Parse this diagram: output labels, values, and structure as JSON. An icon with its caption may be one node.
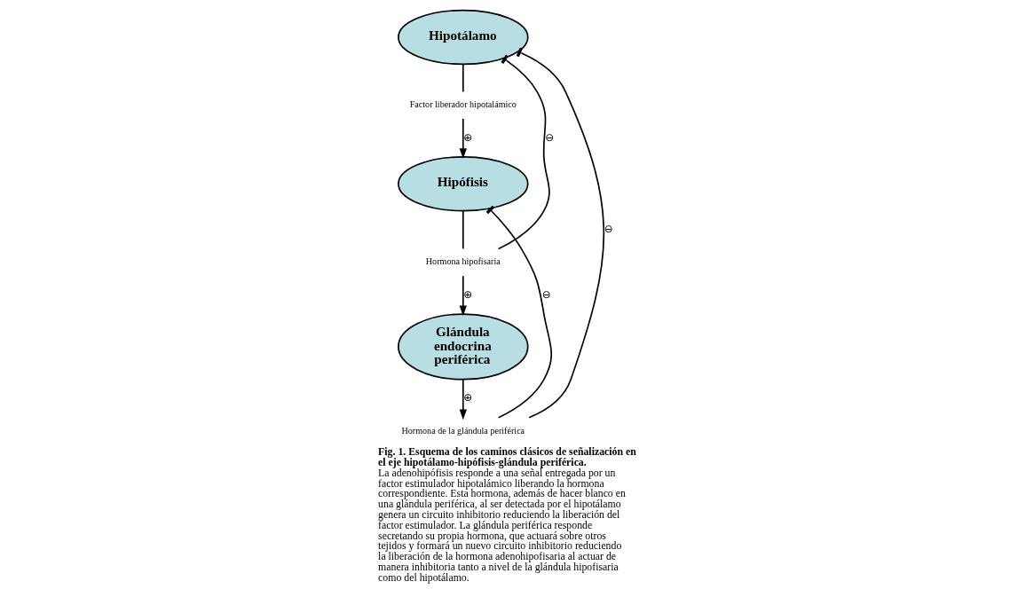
{
  "diagram": {
    "caption": "**Fig. 1. Esquema de los caminos clásicos de señalización en el eje hipotálamo-hipófisis-glándula periférica.** La adenohipófisis responde a una señal entregada por un factor estimulador hipotalámico liberando la hormona correspondiente. Esta hormona, además de hacer blanco en una glándula periférica, al ser detectada por el hipotálamo genera un circuito inhibitorio reduciendo la liberación del factor estimulador. La glándula periférica responde secretando su propia hormona, que actuará sobre otros tejidos y formará un nuevo circuito inhibitorio reduciendo la liberación de la hormona adenohipofisaria al actuar de manera inhibitoria tanto a nivel de la glándula hipofisaria como del hipotálamo.",
    "nodes": [
      {
        "text": [
          "Hipotálamo"
        ]
      },
      {
        "text": [
          "Factor liberador hipotalámico"
        ]
      },
      {
        "text": [
          "Hipófisis"
        ]
      },
      {
        "text": [
          "Hormona hipofisaria"
        ]
      },
      {
        "text": [
          "Glándula endocrina periférica"
        ]
      },
      {
        "text": [
          "Hormona de la glándula periférica"
        ]
      }
    ],
    "edges": [
      {
        "from": 0,
        "to": 1,
        "arrow": "none"
      },
      {
        "from": 1,
        "to": 2,
        "arrow": "to",
        "label": "⊕"
      },
      {
        "from": 2,
        "to": 3,
        "arrow": "none"
      },
      {
        "from": 3,
        "to": 4,
        "arrow": "to",
        "label": "⊕"
      },
      {
        "from": 4,
        "to": 5,
        "arrow": "to",
        "label": "⊕"
      },
      {
        "from": 3,
        "to": 0,
        "arrow": "other",
        "label": "⊖"
      },
      {
        "from": 5,
        "to": 0,
        "arrow": "other",
        "label": "⊖"
      },
      {
        "from": 5,
        "to": 2,
        "arrow": "other",
        "label": "⊖"
      }
    ]
  }
}
